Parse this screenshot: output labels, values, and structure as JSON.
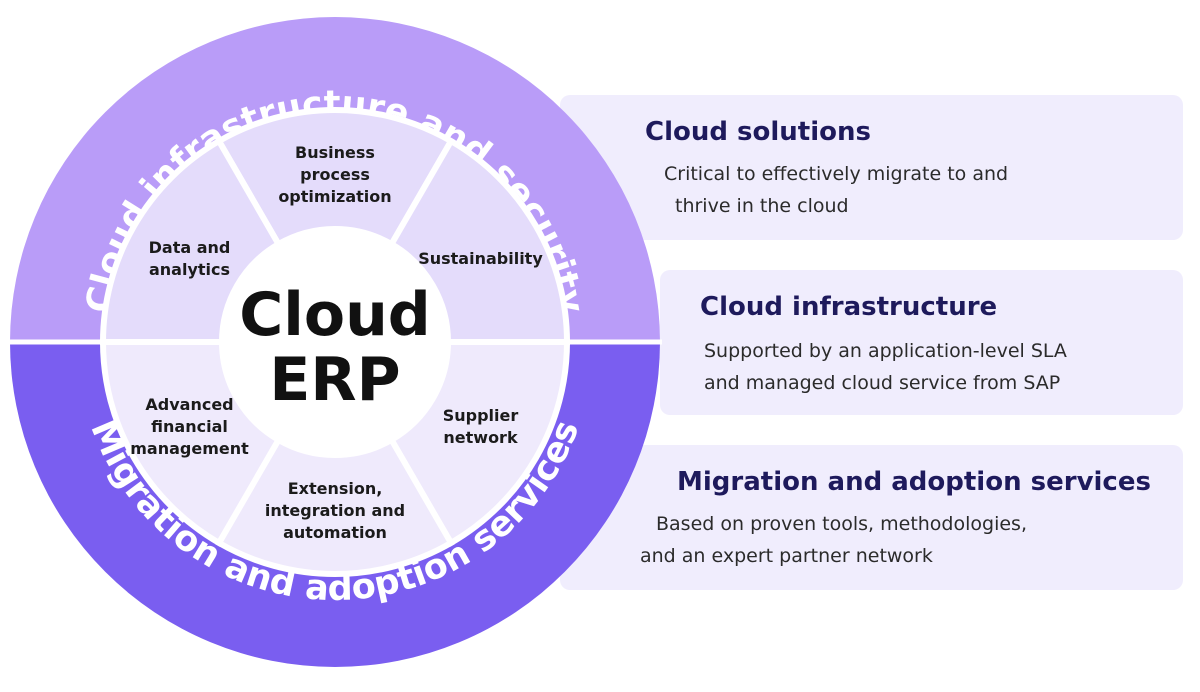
{
  "diagram": {
    "center": {
      "line1": "Cloud",
      "line2": "ERP"
    },
    "outer_ring": {
      "top_label": "Cloud infrastructure and security",
      "bottom_label": "Migration and adoption services"
    },
    "segments": [
      {
        "id": "business",
        "lines": [
          "Business",
          "process",
          "optimization"
        ]
      },
      {
        "id": "sustainability",
        "lines": [
          "Sustainability"
        ]
      },
      {
        "id": "supplier",
        "lines": [
          "Supplier",
          "network"
        ]
      },
      {
        "id": "extension",
        "lines": [
          "Extension,",
          "integration and",
          "automation"
        ]
      },
      {
        "id": "financial",
        "lines": [
          "Advanced",
          "financial",
          "management"
        ]
      },
      {
        "id": "data",
        "lines": [
          "Data and",
          "analytics"
        ]
      }
    ]
  },
  "panels": [
    {
      "title": "Cloud solutions",
      "lines": [
        "Critical to effectively migrate to and",
        "thrive in the cloud"
      ]
    },
    {
      "title": "Cloud infrastructure",
      "lines": [
        "Supported by an application-level SLA",
        "and managed cloud service from SAP"
      ]
    },
    {
      "title": "Migration and adoption services",
      "lines": [
        "Based on proven tools, methodologies,",
        "and an expert partner network"
      ]
    }
  ],
  "colors": {
    "ring_top": "#b99cf8",
    "ring_bottom": "#7a5ef0",
    "segment_top": "#e4dcfb",
    "segment_bottom": "#efeafc",
    "panel_bg": "#f0edfd",
    "panel_title": "#1e1a5c"
  }
}
